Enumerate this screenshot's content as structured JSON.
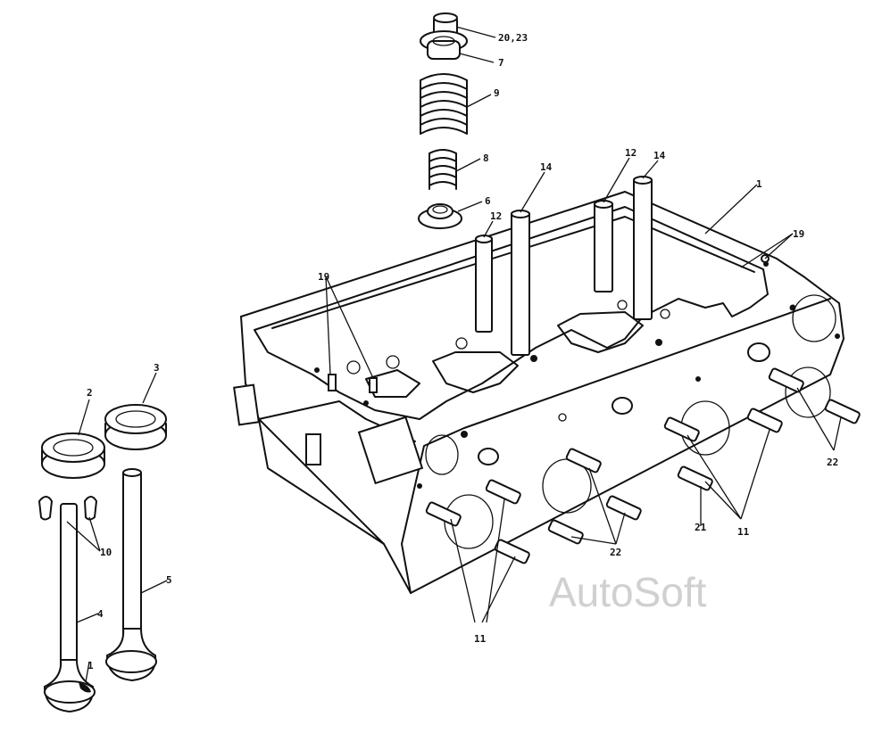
{
  "labels": {
    "l_20_23": "20,23",
    "l_7": "7",
    "l_9": "9",
    "l_8": "8",
    "l_6": "6",
    "l_12a": "12",
    "l_14a": "14",
    "l_12b": "12",
    "l_14b": "14",
    "l_1a": "1",
    "l_19a": "19",
    "l_19b": "19",
    "l_3": "3",
    "l_2": "2",
    "l_10": "10",
    "l_5": "5",
    "l_4": "4",
    "l_1b": "1",
    "l_22a": "22",
    "l_22b": "22",
    "l_21": "21",
    "l_11a": "11",
    "l_11b": "11"
  },
  "watermark": "AutoSoft"
}
